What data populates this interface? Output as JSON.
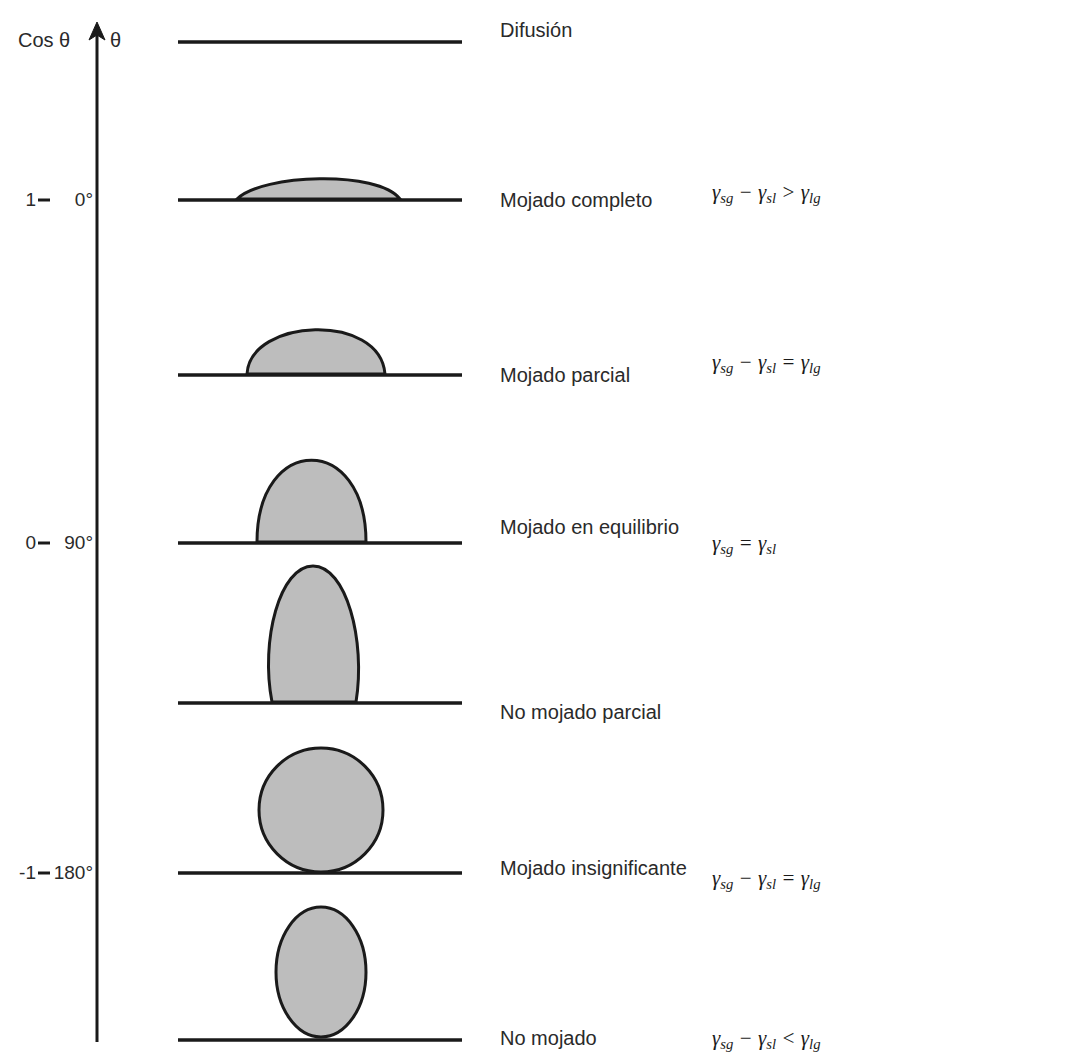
{
  "diagram": {
    "labels": [
      "Cos θ",
      "θ",
      "Difusión",
      "1",
      "0°",
      "Mojado completo",
      "γsg − γsl > γlg",
      "Mojado parcial",
      "γsg − γsl = γlg",
      "0",
      "90°",
      "Mojado en equilibrio",
      "γsg = γsl",
      "No mojado parcial",
      "-1",
      "180°",
      "Mojado insignificante",
      "γsg − γsl = γlg",
      "No mojado",
      "γsg − γsl < γlg"
    ]
  }
}
